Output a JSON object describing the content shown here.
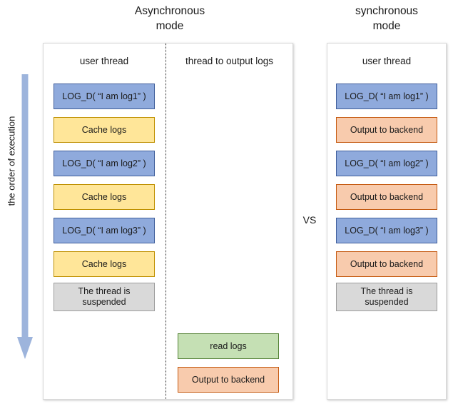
{
  "diagram": {
    "async_title": "Asynchronous\nmode",
    "sync_title": "synchronous\nmode",
    "vs_label": "VS",
    "order_label": "the order of execution",
    "arrow_color": "#9DB4DC"
  },
  "colors": {
    "blue_fill": "#8FAADC",
    "blue_border": "#3F5E9B",
    "yellow_fill": "#FFE699",
    "yellow_border": "#BF9000",
    "gray_fill": "#D9D9D9",
    "gray_border": "#9C9C9C",
    "orange_fill": "#F8CBAD",
    "orange_border": "#C55A11",
    "green_fill": "#C5E0B4",
    "green_border": "#548235"
  },
  "async_panel": {
    "user_thread_header": "user thread",
    "output_thread_header": "thread to output logs",
    "user_thread_steps": [
      {
        "label": "LOG_D( “I am log1” )",
        "color": "blue"
      },
      {
        "label": "Cache logs",
        "color": "yellow"
      },
      {
        "label": "LOG_D( “I am log2” )",
        "color": "blue"
      },
      {
        "label": "Cache logs",
        "color": "yellow"
      },
      {
        "label": "LOG_D( “I am log3” )",
        "color": "blue"
      },
      {
        "label": "Cache logs",
        "color": "yellow"
      },
      {
        "label": "The thread is\nsuspended",
        "color": "gray"
      }
    ],
    "output_thread_steps": [
      {
        "label": "read logs",
        "color": "green"
      },
      {
        "label": "Output to backend",
        "color": "orange"
      }
    ]
  },
  "sync_panel": {
    "user_thread_header": "user thread",
    "user_thread_steps": [
      {
        "label": "LOG_D( “I am log1” )",
        "color": "blue"
      },
      {
        "label": "Output to backend",
        "color": "orange"
      },
      {
        "label": "LOG_D( “I am log2” )",
        "color": "blue"
      },
      {
        "label": "Output to backend",
        "color": "orange"
      },
      {
        "label": "LOG_D( “I am log3” )",
        "color": "blue"
      },
      {
        "label": "Output to backend",
        "color": "orange"
      },
      {
        "label": "The thread is\nsuspended",
        "color": "gray"
      }
    ]
  }
}
